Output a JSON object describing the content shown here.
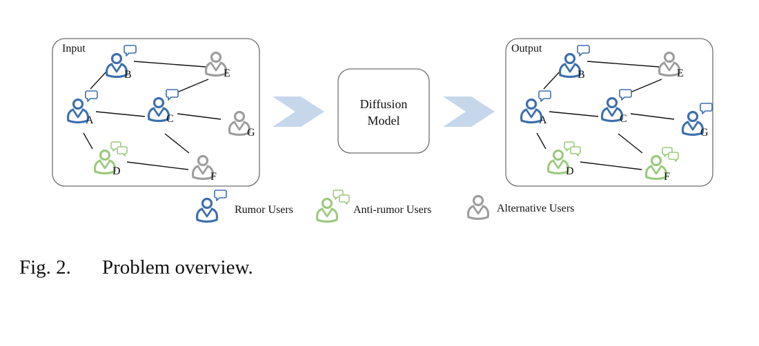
{
  "panels": {
    "input": {
      "title": "Input"
    },
    "output": {
      "title": "Output"
    }
  },
  "model": {
    "line1": "Diffusion",
    "line2": "Model"
  },
  "nodes": {
    "A": "A",
    "B": "B",
    "C": "C",
    "D": "D",
    "E": "E",
    "F": "F",
    "G": "G"
  },
  "input_state": {
    "A": "rumor",
    "B": "rumor",
    "C": "rumor",
    "D": "anti",
    "E": "alt",
    "F": "alt",
    "G": "alt"
  },
  "output_state": {
    "A": "rumor",
    "B": "rumor",
    "C": "rumor",
    "D": "anti",
    "E": "alt",
    "F": "anti",
    "G": "rumor"
  },
  "edges": [
    [
      "A",
      "B"
    ],
    [
      "B",
      "E"
    ],
    [
      "A",
      "C"
    ],
    [
      "C",
      "E"
    ],
    [
      "C",
      "G"
    ],
    [
      "C",
      "F"
    ],
    [
      "A",
      "D"
    ],
    [
      "D",
      "F"
    ]
  ],
  "legend": {
    "rumor": "Rumor Users",
    "anti": "Anti-rumor Users",
    "alt": "Alternative Users"
  },
  "colors": {
    "rumor": "#3d6fae",
    "anti": "#9cc97f",
    "alt": "#9e9e9e",
    "arrow": "#c6d7eb",
    "box_border": "#6e6e6e"
  },
  "caption": {
    "number": "Fig. 2.",
    "text": "Problem overview."
  }
}
